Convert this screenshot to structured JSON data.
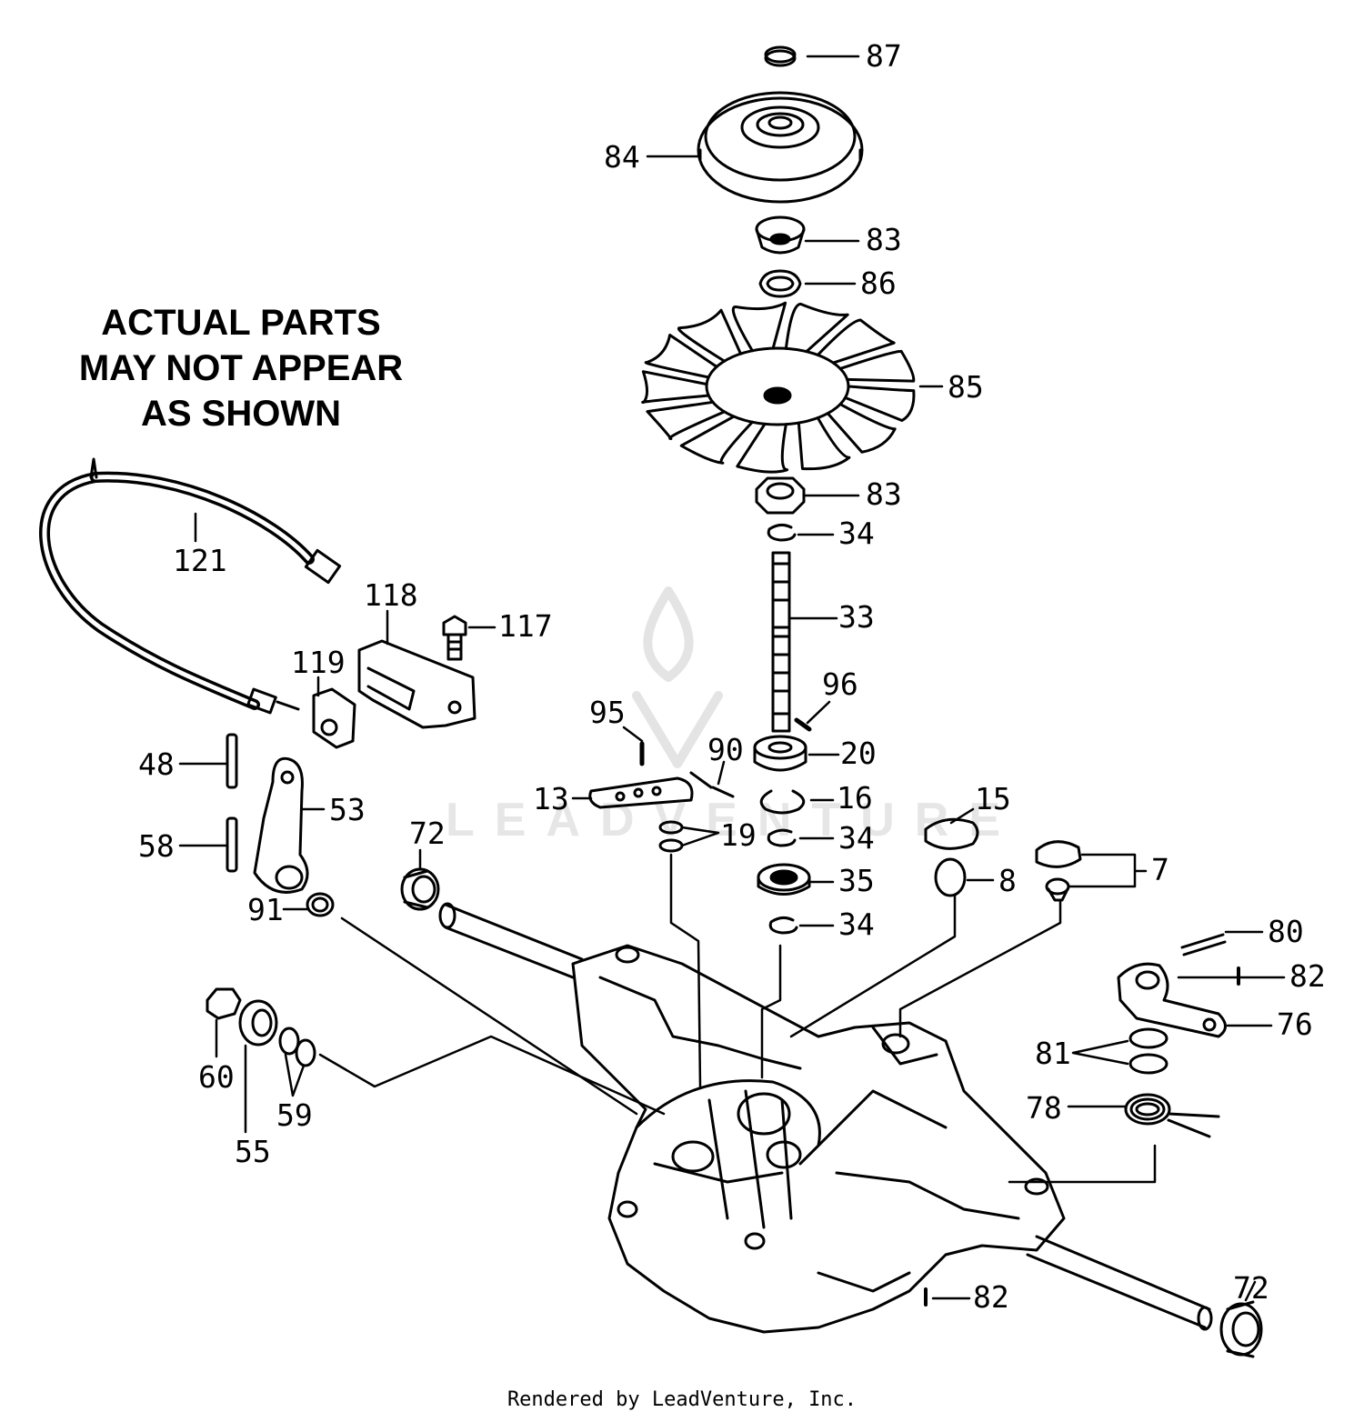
{
  "notice": {
    "lines": [
      "ACTUAL PARTS",
      "MAY NOT APPEAR",
      "AS SHOWN"
    ]
  },
  "footer": {
    "credit": "Rendered by LeadVenture, Inc."
  },
  "watermark": {
    "text": "LEADVENTURE"
  },
  "callouts": [
    {
      "id": "c87",
      "label": "87"
    },
    {
      "id": "c84",
      "label": "84"
    },
    {
      "id": "c83a",
      "label": "83"
    },
    {
      "id": "c86",
      "label": "86"
    },
    {
      "id": "c85",
      "label": "85"
    },
    {
      "id": "c83b",
      "label": "83"
    },
    {
      "id": "c34a",
      "label": "34"
    },
    {
      "id": "c33",
      "label": "33"
    },
    {
      "id": "c96",
      "label": "96"
    },
    {
      "id": "c20",
      "label": "20"
    },
    {
      "id": "c16",
      "label": "16"
    },
    {
      "id": "c34b",
      "label": "34"
    },
    {
      "id": "c35",
      "label": "35"
    },
    {
      "id": "c34c",
      "label": "34"
    },
    {
      "id": "c121",
      "label": "121"
    },
    {
      "id": "c118",
      "label": "118"
    },
    {
      "id": "c117",
      "label": "117"
    },
    {
      "id": "c119",
      "label": "119"
    },
    {
      "id": "c48",
      "label": "48"
    },
    {
      "id": "c53",
      "label": "53"
    },
    {
      "id": "c58",
      "label": "58"
    },
    {
      "id": "c91",
      "label": "91"
    },
    {
      "id": "c95",
      "label": "95"
    },
    {
      "id": "c90",
      "label": "90"
    },
    {
      "id": "c13",
      "label": "13"
    },
    {
      "id": "c19",
      "label": "19"
    },
    {
      "id": "c72a",
      "label": "72"
    },
    {
      "id": "c15",
      "label": "15"
    },
    {
      "id": "c8",
      "label": "8"
    },
    {
      "id": "c7",
      "label": "7"
    },
    {
      "id": "c80",
      "label": "80"
    },
    {
      "id": "c82a",
      "label": "82"
    },
    {
      "id": "c76",
      "label": "76"
    },
    {
      "id": "c81",
      "label": "81"
    },
    {
      "id": "c78",
      "label": "78"
    },
    {
      "id": "c60",
      "label": "60"
    },
    {
      "id": "c55",
      "label": "55"
    },
    {
      "id": "c59",
      "label": "59"
    },
    {
      "id": "c82b",
      "label": "82"
    },
    {
      "id": "c72b",
      "label": "72"
    }
  ]
}
